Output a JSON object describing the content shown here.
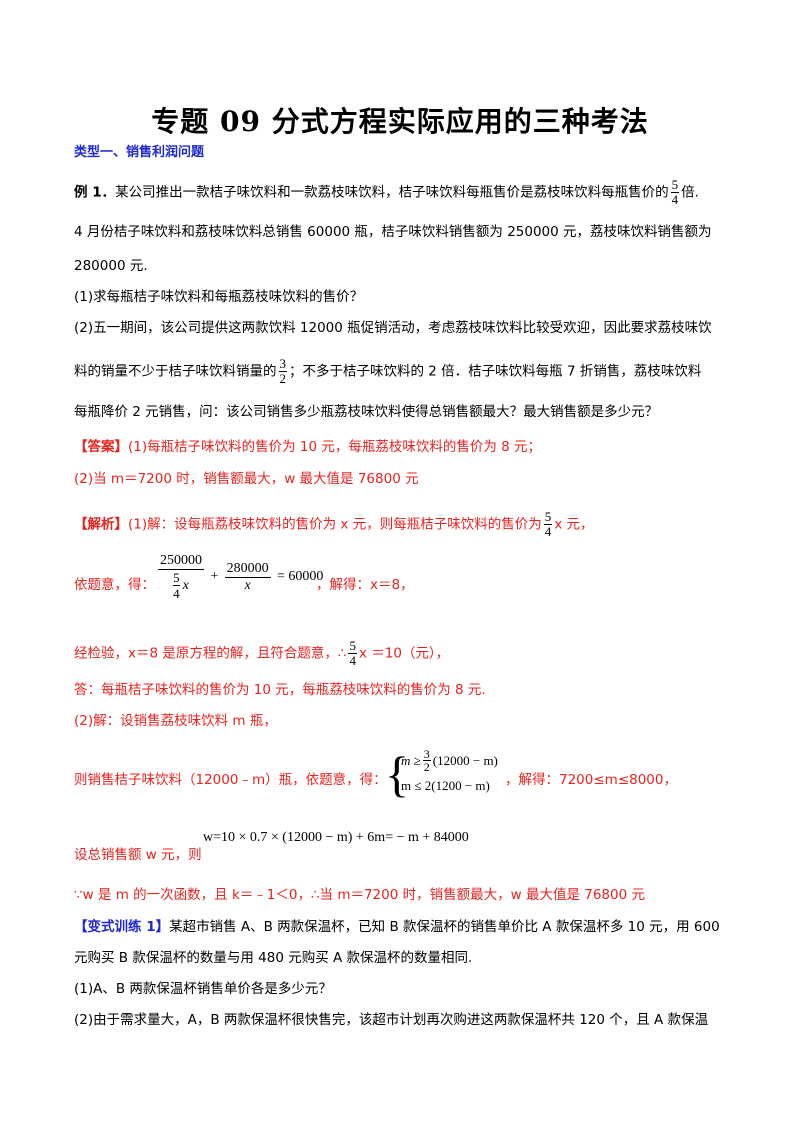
{
  "title": "专题 09  分式方程实际应用的三种考法",
  "section1": "类型一、销售利润问题",
  "ex1": {
    "label": "例 1．",
    "line1": "某公司推出一款桔子味饮料和一款荔枝味饮料，桔子味饮料每瓶售价是荔枝味饮料每瓶售价的",
    "frac_num": "5",
    "frac_den": "4",
    "line1_end": "倍.",
    "line2": "4 月份桔子味饮料和荔枝味饮料总销售 60000 瓶，桔子味饮料销售额为 250000 元，荔枝味饮料销售额为",
    "line3": "280000 元.",
    "q1": "(1)求每瓶桔子味饮料和每瓶荔枝味饮料的售价？",
    "q2_line1": "(2)五一期间，该公司提供这两款饮料 12000 瓶促销活动，考虑荔枝味饮料比较受欢迎，因此要求荔枝味饮",
    "q2_line2a": "料的销量不少于桔子味饮料销量的",
    "q2_frac_num": "3",
    "q2_frac_den": "2",
    "q2_line2b": "；不多于桔子味饮料的 2 倍．桔子味饮料每瓶 7 折销售，荔枝味饮料",
    "q2_line3": "每瓶降价 2 元销售，问：该公司销售多少瓶荔枝味饮料使得总销售额最大？最大销售额是多少元？"
  },
  "answer": {
    "tag": "【答案】",
    "a1": "(1)每瓶桔子味饮料的售价为 10 元，每瓶荔枝味饮料的售价为 8 元；",
    "a2": "(2)当 m＝7200 时，销售额最大，w 最大值是 76800 元"
  },
  "analysis": {
    "tag": "【解析】",
    "s1a": "(1)解：设每瓶荔枝味饮料的售价为 x 元，则每瓶桔子味饮料的售价为",
    "s1_num": "5",
    "s1_den": "4",
    "s1b": "x 元，",
    "eq_n1": "250000",
    "eq_d1_num": "5",
    "eq_d1_den": "4",
    "eq_d1_x": "x",
    "eq_plus": "+",
    "eq_n2": "280000",
    "eq_d2": "x",
    "eq_rhs": "= 60000",
    "s2a": "依题意，得：",
    "s2b": "，解得：x＝8，",
    "s3a": "经检验，x＝8 是原方程的解，且符合题意，∴",
    "s3_num": "5",
    "s3_den": "4",
    "s3b": "x ＝10（元），",
    "s4": "答：每瓶桔子味饮料的售价为 10 元，每瓶荔枝味饮料的售价为 8 元.",
    "s5": "(2)解：设销售荔枝味饮料 m 瓶，",
    "s6a": "则销售桔子味饮料（12000﹣m）瓶，依题意，得：",
    "sys1a": "m ≥",
    "sys1_num": "3",
    "sys1_den": "2",
    "sys1b": "(12000 − m)",
    "sys2": "m ≤ 2(1200 − m)",
    "s6b": "，解得：7200≤m≤8000，",
    "w_eq": "w=10 × 0.7 × (12000 − m) + 6m= − m + 84000",
    "s7": "设总销售额 w 元，则",
    "s8": "∵w 是 m 的一次函数，且 k＝﹣1＜0，∴当 m＝7200 时，销售额最大，w 最大值是 76800 元"
  },
  "variant1": {
    "tag": "【变式训练 1】",
    "l1": "某超市销售 A、B 两款保温杯，已知 B 款保温杯的销售单价比 A 款保温杯多 10 元，用 600",
    "l2": "元购买 B 款保温杯的数量与用 480 元购买 A 款保温杯的数量相同.",
    "l3": "(1)A、B 两款保温杯销售单价各是多少元？",
    "l4": "(2)由于需求量大，A，B 两款保温杯很快售完，该超市计划再次购进这两款保温杯共 120 个，且 A 款保温"
  }
}
